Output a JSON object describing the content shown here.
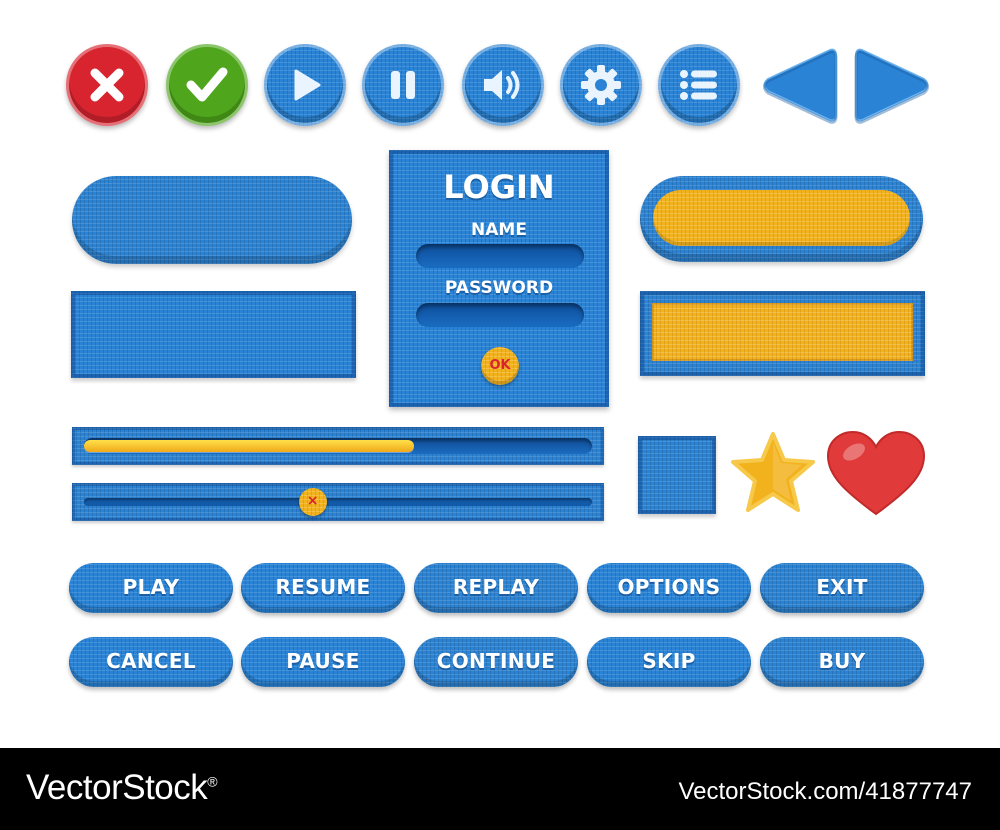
{
  "colors": {
    "blue": "#2a83d4",
    "dark_blue": "#0e4b95",
    "yellow": "#f2b21e",
    "red": "#d8242f",
    "green": "#4fa61c",
    "white": "#ffffff"
  },
  "icon_buttons": [
    {
      "icon": "close-icon",
      "color": "red"
    },
    {
      "icon": "check-icon",
      "color": "green"
    },
    {
      "icon": "play-icon",
      "color": "blue"
    },
    {
      "icon": "pause-icon",
      "color": "blue"
    },
    {
      "icon": "volume-icon",
      "color": "blue"
    },
    {
      "icon": "gear-icon",
      "color": "blue"
    },
    {
      "icon": "menu-icon",
      "color": "blue"
    },
    {
      "icon": "arrow-left-icon",
      "color": "blue"
    },
    {
      "icon": "arrow-right-icon",
      "color": "blue"
    }
  ],
  "login": {
    "title": "LOGIN",
    "name_label": "NAME",
    "password_label": "PASSWORD",
    "name_value": "",
    "password_value": "",
    "ok_label": "OK"
  },
  "progress": {
    "fill_fraction": 0.65
  },
  "slider": {
    "value_fraction": 0.45,
    "knob_label": "×"
  },
  "decor_icons": [
    "square-tile",
    "star-icon",
    "heart-icon"
  ],
  "buttons": {
    "row1": [
      "PLAY",
      "RESUME",
      "REPLAY",
      "OPTIONS",
      "EXIT"
    ],
    "row2": [
      "CANCEL",
      "PAUSE",
      "CONTINUE",
      "SKIP",
      "BUY"
    ]
  },
  "footer": {
    "brand": "VectorStock",
    "brand_mark": "®",
    "image_id": "VectorStock.com/41877747"
  }
}
